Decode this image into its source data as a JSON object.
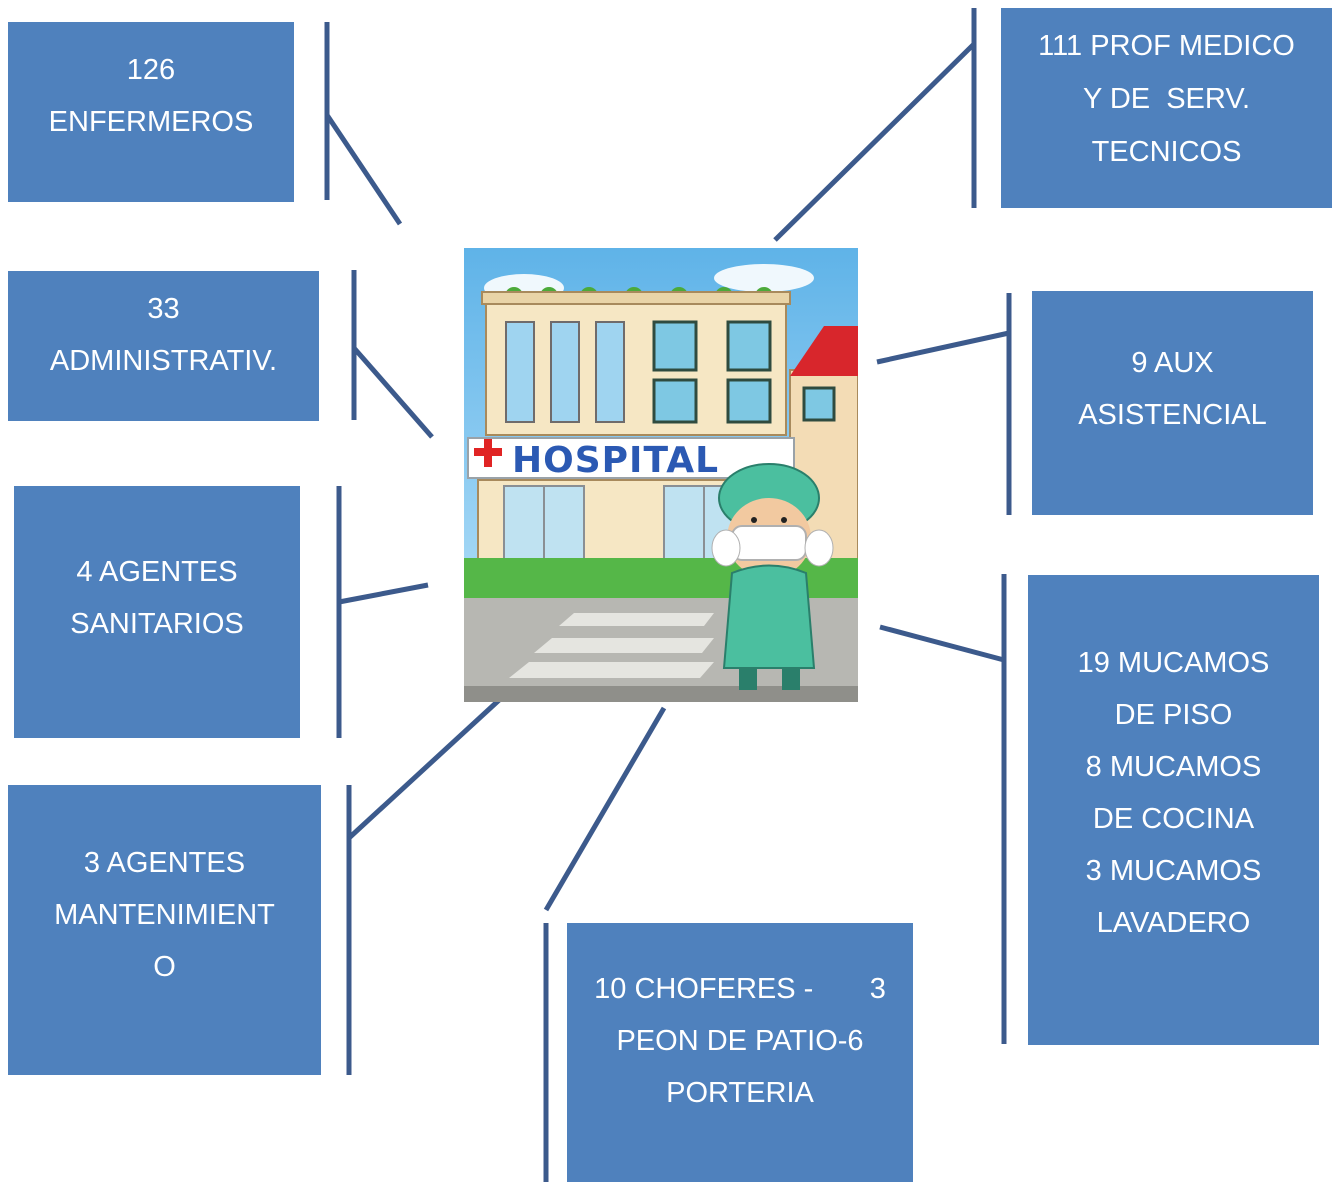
{
  "diagram": {
    "center_image": {
      "label": "HOSPITAL"
    },
    "boxes": [
      {
        "id": "enfermeros",
        "lines": [
          "126",
          "ENFERMEROS"
        ]
      },
      {
        "id": "prof-medico",
        "lines": [
          "111 PROF MEDICO",
          "Y DE  SERV.",
          "TECNICOS"
        ]
      },
      {
        "id": "administrativ",
        "lines": [
          "33",
          "ADMINISTRATIV."
        ]
      },
      {
        "id": "aux-asistencial",
        "lines": [
          "9 AUX",
          "ASISTENCIAL"
        ]
      },
      {
        "id": "agentes-sanitarios",
        "lines": [
          "4 AGENTES",
          "SANITARIOS"
        ]
      },
      {
        "id": "mucamos",
        "lines": [
          "19 MUCAMOS",
          "DE PISO",
          "8 MUCAMOS",
          "DE COCINA",
          "3 MUCAMOS",
          "LAVADERO"
        ]
      },
      {
        "id": "agentes-mantenimiento",
        "lines": [
          "3 AGENTES",
          "MANTENIMIENT",
          "O"
        ]
      },
      {
        "id": "choferes",
        "lines": [
          "10 CHOFERES -       3",
          "PEON DE PATIO-6",
          "PORTERIA"
        ]
      }
    ]
  },
  "colors": {
    "box_fill": "#4f81bd",
    "connector": "#3c5a8c",
    "text": "#ffffff"
  }
}
